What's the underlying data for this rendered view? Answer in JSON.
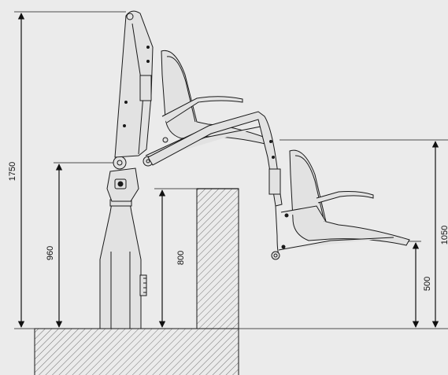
{
  "dimensions": {
    "total_height": "1750",
    "pivot_height": "960",
    "wall_height": "800",
    "lowered_seat_height": "500",
    "right_height": "1050"
  },
  "colors": {
    "background": "#ebebeb",
    "line": "#1a1a1a",
    "machine_fill": "#e2e2e2",
    "hatch": "#555555"
  }
}
